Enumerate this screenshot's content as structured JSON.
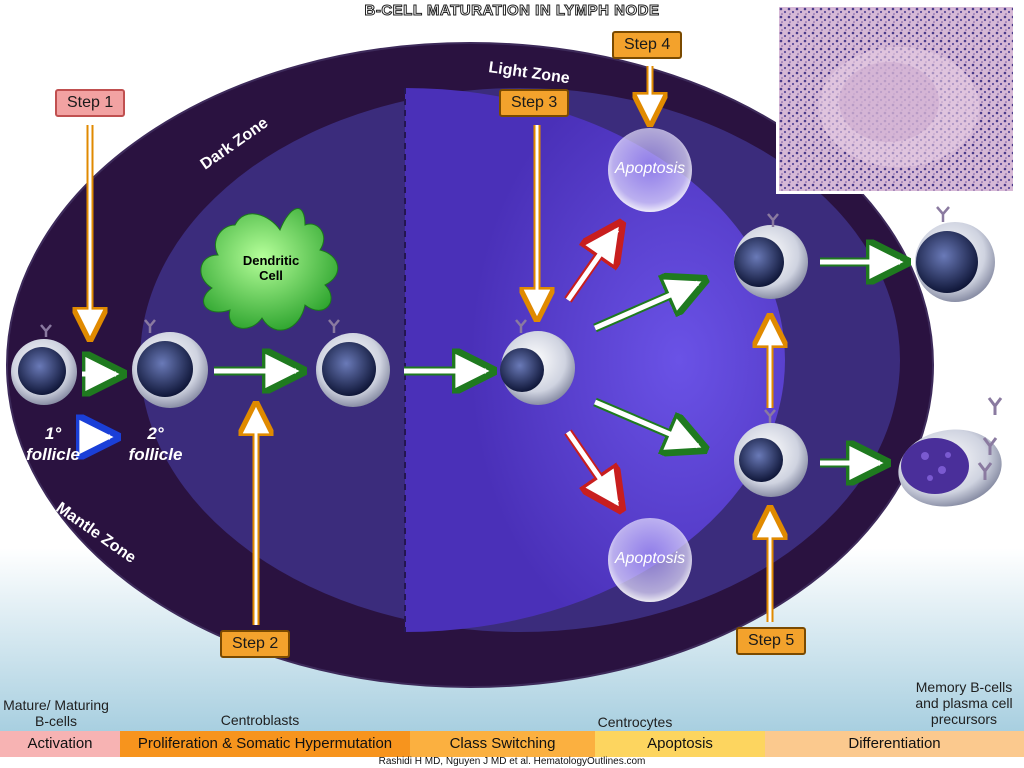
{
  "title": "B-CELL MATURATION IN LYMPH NODE",
  "zones": {
    "dark": "Dark Zone",
    "light": "Light Zone",
    "mantle": "Mantle Zone"
  },
  "steps": {
    "step1": "Step 1",
    "step2": "Step 2",
    "step3": "Step 3",
    "step4": "Step 4",
    "step5": "Step 5"
  },
  "cells": {
    "dendritic": "Dendritic Cell",
    "apoptosis_top": "Apoptosis",
    "apoptosis_bottom": "Apoptosis"
  },
  "follicles": {
    "primary": "1° follicle",
    "secondary": "2° follicle"
  },
  "phases": {
    "mature": "Mature/ Maturing B-cells",
    "centroblasts": "Centroblasts",
    "centrocytes": "Centrocytes",
    "memory": "Memory B-cells and plasma cell precursors"
  },
  "process_bar": [
    {
      "label": "Activation",
      "color": "#f7b3b3"
    },
    {
      "label": "Proliferation & Somatic Hypermutation",
      "color": "#f7941d"
    },
    {
      "label": "Class Switching",
      "color": "#fbb040"
    },
    {
      "label": "Apoptosis",
      "color": "#fdd55f"
    },
    {
      "label": "Differentiation",
      "color": "#fbc98e"
    }
  ],
  "credit": "Rashidi H MD, Nguyen J MD et al. HematologyOutlines.com",
  "colors": {
    "lymph_outer": "#2a1240",
    "dark_zone": "#3a2a7a",
    "light_zone": "#5a3fd0",
    "arrow_green": "#2a8a2a",
    "arrow_red": "#c81e1e",
    "arrow_orange": "#f5a623"
  }
}
